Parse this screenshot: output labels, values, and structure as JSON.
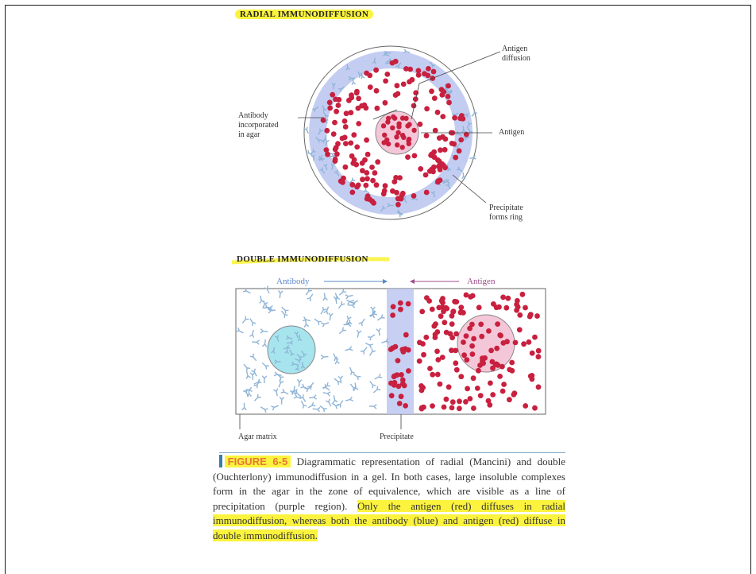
{
  "radial": {
    "title": "RADIAL IMMUNODIFFUSION",
    "labels": {
      "antigen_diffusion": [
        "Antigen",
        "diffusion"
      ],
      "antibody": [
        "Antibody",
        "incorporated",
        "in agar"
      ],
      "antigen": "Antigen",
      "precipitate": [
        "Precipitate",
        "forms ring"
      ]
    }
  },
  "double": {
    "title": "DOUBLE IMMUNODIFFUSION",
    "antibody_arrow": "Antibody",
    "antigen_arrow": "Antigen",
    "agar_matrix": "Agar matrix",
    "precipitate": "Precipitate"
  },
  "caption": {
    "figure": "FIGURE 6-5",
    "text_plain": "Diagrammatic representation of radial (Mancini) and double (Ouchterlony) immunodiffusion in a gel. In both cases, large insoluble complexes form in the agar in the zone of equivalence, which are visible as a line of precipitation (purple region).",
    "text_highlight": "Only the antigen (red) diffuses in radial immunodiffusion, whereas both the antibody (blue) and antigen (red) diffuse in double immunodiffusion."
  },
  "colors": {
    "antigen_red": "#c8203f",
    "antibody_blue": "#8fb4d6",
    "precipitate_purple": "#aab3e6",
    "antigen_well_pink": "#f4c7d8",
    "antibody_well_cyan": "#a6e4ee",
    "highlight_yellow": "#fbf33d"
  }
}
